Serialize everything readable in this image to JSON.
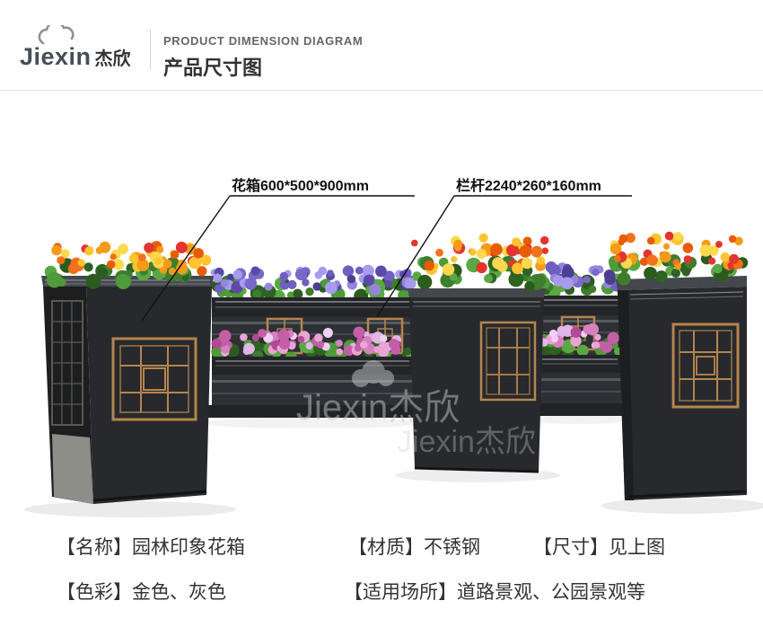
{
  "header": {
    "logo": {
      "brand": "Jiexin",
      "brand_cn": "杰欣"
    },
    "title_en": "PRODUCT DIMENSION DIAGRAM",
    "title_zh": "产品尺寸图"
  },
  "diagram": {
    "labels": [
      "花箱600*500*900mm",
      "栏杆2240*260*160mm"
    ],
    "watermark": "Jiexin杰欣"
  },
  "specs": {
    "row1": [
      "【名称】园林印象花箱",
      "【材质】不锈钢",
      "【尺寸】见上图"
    ],
    "row2": [
      "【色彩】金色、灰色",
      "【适用场所】道路景观、公园景观等"
    ]
  },
  "palette": {
    "lattice_gold": "#b5854f",
    "planter_dark": "#27292c",
    "steel_trim": "#aeb4b9",
    "flower_orange": "#f59b1b",
    "flower_purple": "#7b68c9",
    "flower_pink": "#d77fc0",
    "foliage_green": "#3f7d2f"
  }
}
